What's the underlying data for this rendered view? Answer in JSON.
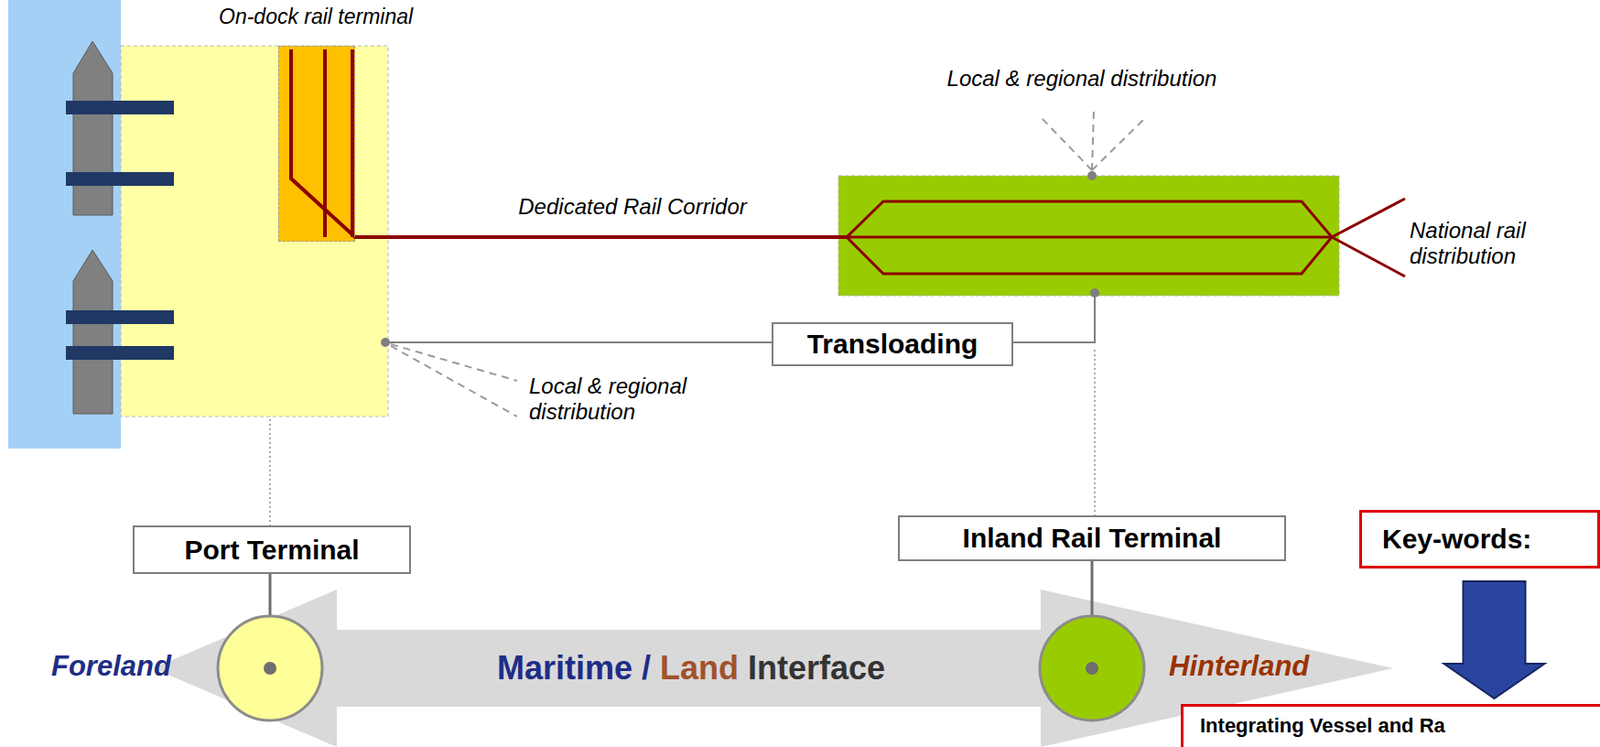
{
  "diagram": {
    "nodes": [
      {
        "text": [
          "On-dock rail terminal"
        ]
      },
      {
        "text": [
          "Transloading"
        ]
      },
      {
        "text": [
          "Port Terminal"
        ]
      },
      {
        "text": [
          "Inland Rail Terminal"
        ]
      },
      {
        "text": [
          "Key-words:"
        ]
      },
      {
        "text": [
          "Integrating Vessel and Ra"
        ]
      }
    ],
    "edges": [
      {
        "from": 4,
        "to": 5,
        "arrow": "to"
      }
    ],
    "labels": [
      "Local & regional distribution",
      "Dedicated Rail Corridor",
      "National rail distribution",
      "Local & regional distribution",
      "Foreland",
      "Maritime /",
      "Land",
      "Interface",
      "Hinterland"
    ]
  }
}
